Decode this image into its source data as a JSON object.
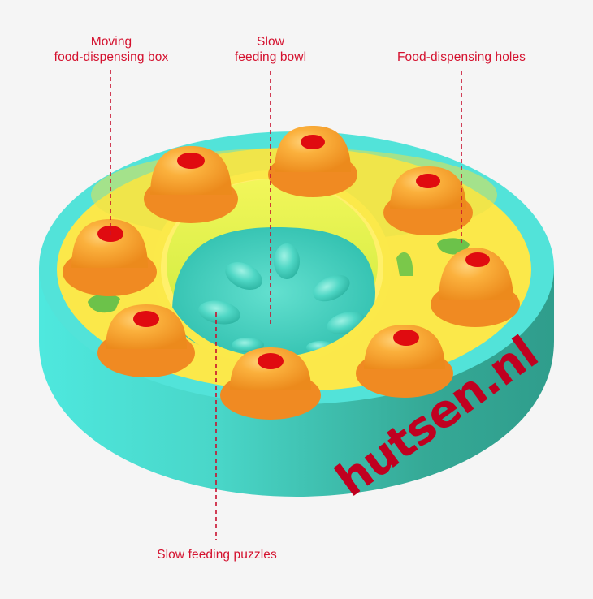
{
  "labels": {
    "moving_box": {
      "line1": "Moving",
      "line2": "food-dispensing box"
    },
    "slow_bowl": {
      "line1": "Slow",
      "line2": "feeding bowl"
    },
    "holes": {
      "line1": "Food-dispensing holes"
    },
    "puzzles": {
      "line1": "Slow feeding puzzles"
    }
  },
  "watermark": {
    "text": "hutsen.nl"
  },
  "colors": {
    "background": "#f5f5f5",
    "label_red": "#d4112e",
    "watermark_red": "#c00020",
    "ring_teal": "#4fe0d6",
    "ring_side_dark": "#33a898",
    "tray_yellow": "#fbe94a",
    "bump_orange": "#f7a431",
    "hole_red": "#e00b10",
    "bowl_floor": "#45d4c2",
    "bowl_wall": "#e3f24a"
  },
  "product": {
    "name": "slow feeder puzzle bowl",
    "bump_count": 8
  }
}
